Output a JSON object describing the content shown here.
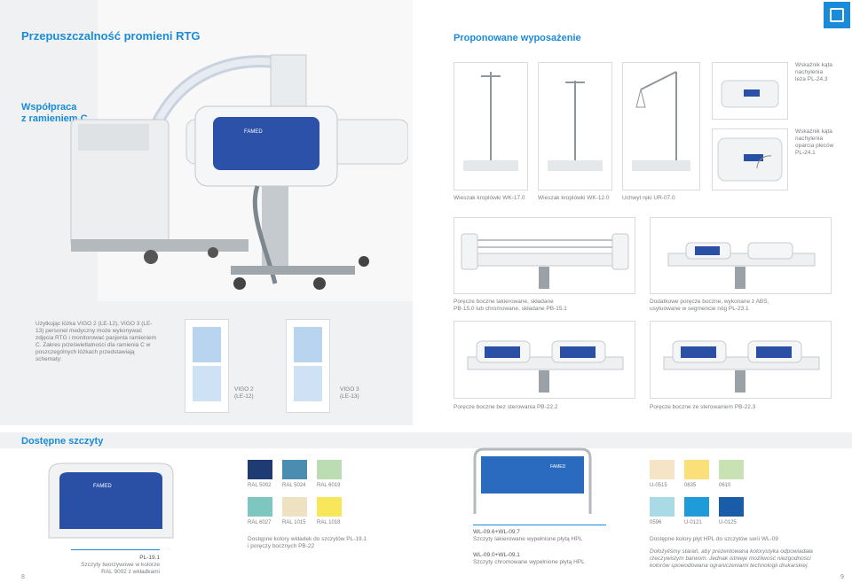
{
  "left": {
    "title": "Przepuszczalność promieni RTG",
    "subtitle_line1": "Współpraca",
    "subtitle_line2": "z ramieniem C",
    "description": "Użytkując łóżka VIGO 2 (LE-12), VIGO 3 (LE-13) personel medyczny może wykonywać zdjęcia RTG i monitorować pacjenta ramieniem C. Zakres prześwietlalności dla ramienia C w poszczególnych łóżkach przedstawiają schematy:",
    "schema1_label": "VIGO 2",
    "schema1_code": "(LE-12)",
    "schema2_label": "VIGO 3",
    "schema2_code": "(LE-13)",
    "headboards_title": "Dostępne szczyty",
    "headboard1_code": "PL-19.1",
    "headboard1_line1": "Szczyty tworzywowe w kolorze",
    "headboard1_line2": "RAL 9002 z wkładkami",
    "page_number": "8",
    "brand": "FAMED"
  },
  "right": {
    "title": "Proponowane wyposażenie",
    "items": [
      {
        "label": "Wieszak kroplówki WK-17.0"
      },
      {
        "label": "Wieszak kroplówki WK-12.0"
      },
      {
        "label": "Uchwyt ręki UR-07.0"
      }
    ],
    "indicator1_line1": "Wskaźnik kąta",
    "indicator1_line2": "nachylenia",
    "indicator1_line3": "leża PL-24.3",
    "indicator2_line1": "Wskaźnik kąta",
    "indicator2_line2": "nachylenia",
    "indicator2_line3": "oparcia pleców",
    "indicator2_line4": "PL-24.1",
    "rails1_line1": "Poręcze boczne lakierowane, składane",
    "rails1_line2": "PB-15.0 lub chromowane, składane PB-15.1",
    "rails2_line1": "Dodatkowe poręcze boczne, wykonane z ABS,",
    "rails2_line2": "usytuowane w segmencie nóg PL-23.1",
    "rails3": "Poręcze boczne bez sterowania PB-22.2",
    "rails4": "Poręcze boczne ze sterowaniem PB-22.3",
    "panel1_code": "WL-09.6+WL-09.7",
    "panel1_desc": "Szczyty lakierowane wypełnione płytą HPL",
    "panel2_code": "WL-09.0+WL-09.1",
    "panel2_desc": "Szczyty chromowane wypełnione płytą HPL",
    "hpl_title": "Dostępne kolory płyt HPL do szczytów serii WL-09",
    "hpl_note": "Dołożyliśmy starań, aby prezentowana kolorystyka odpowiadała rzeczywistym barwom. Jednak istnieje możliwość niezgodności kolorów spowodowana ograniczeniami technologii drukarskiej.",
    "insert_title_line1": "Dostępne kolory wkładek do szczytów PL-19.1",
    "insert_title_line2": "i poręczy bocznych PB-22",
    "page_number": "9"
  },
  "ral_colors": [
    {
      "name": "RAL 5002",
      "color": "#1f3b73"
    },
    {
      "name": "RAL 5024",
      "color": "#4a8db0"
    },
    {
      "name": "RAL 6019",
      "color": "#bcdcb4"
    },
    {
      "name": "RAL 6027",
      "color": "#7ec7c0"
    },
    {
      "name": "RAL 1015",
      "color": "#eee2c2"
    },
    {
      "name": "RAL 1018",
      "color": "#f8e75a"
    }
  ],
  "hpl_colors": [
    {
      "name": "U-0515",
      "color": "#f5e4c6"
    },
    {
      "name": "0635",
      "color": "#fbe07a"
    },
    {
      "name": "0610",
      "color": "#c8e2b4"
    },
    {
      "name": "0596",
      "color": "#a9dbe6"
    },
    {
      "name": "U-0121",
      "color": "#1e9bd8"
    },
    {
      "name": "U-0125",
      "color": "#1a5ca8"
    }
  ]
}
